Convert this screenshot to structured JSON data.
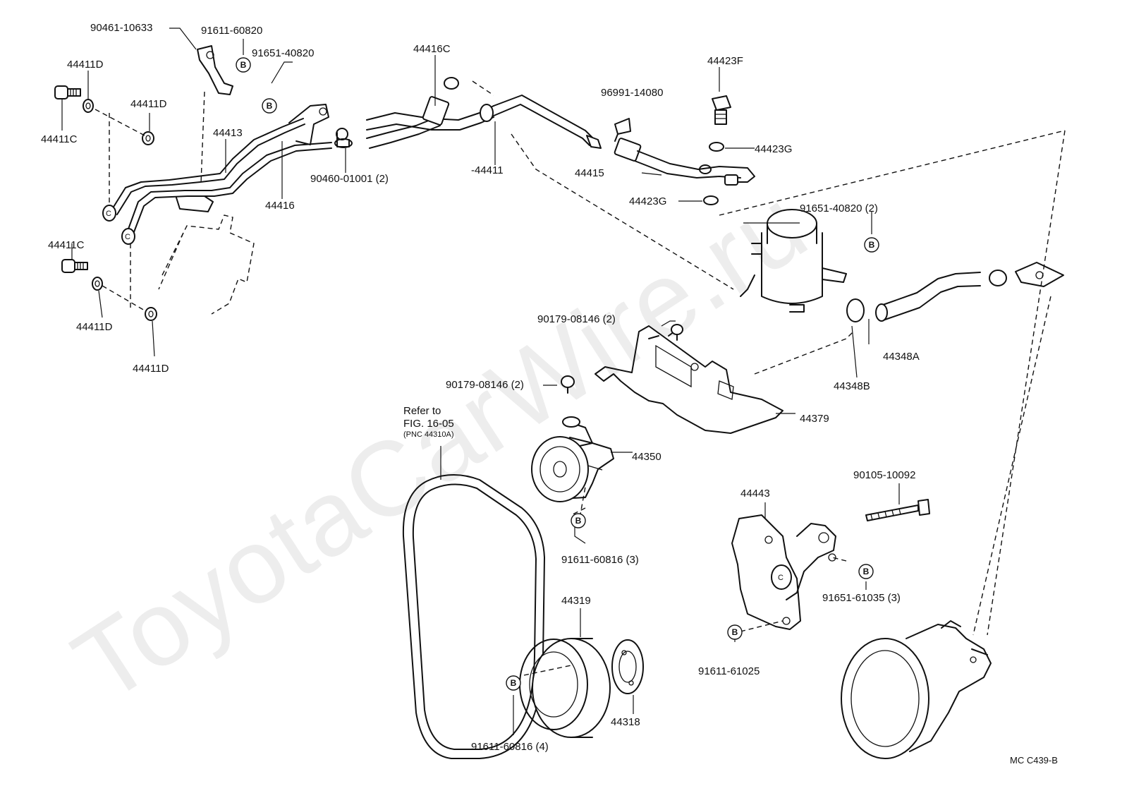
{
  "watermark": "ToyotaCarWire.ru",
  "diagram_code": "MC C439-B",
  "bolt_marker": "B",
  "reference_note": {
    "line1": "Refer to",
    "line2": "FIG. 16-05",
    "line3": "(PNC 44310A)"
  },
  "labels": {
    "p90461_10633": "90461-10633",
    "p91611_60820": "91611-60820",
    "p91651_40820_top": "91651-40820",
    "p44411D_a": "44411D",
    "p44411D_b": "44411D",
    "p44411C_a": "44411C",
    "p44413": "44413",
    "p44416": "44416",
    "p44416C": "44416C",
    "p90460_01001": "90460-01001 (2)",
    "p44411": "-44411",
    "p96991_14080": "96991-14080",
    "p44423F": "44423F",
    "p44423G_a": "44423G",
    "p44415": "44415",
    "p44423G_b": "44423G",
    "p91651_40820_2": "91651-40820 (2)",
    "p44411C_b": "44411C",
    "p44411D_c": "44411D",
    "p44411D_d": "44411D",
    "p90179_08146_a": "90179-08146 (2)",
    "p90179_08146_b": "90179-08146 (2)",
    "p44348A": "44348A",
    "p44348B": "44348B",
    "p44379": "44379",
    "p44350": "44350",
    "p91611_60816_3": "91611-60816 (3)",
    "p90105_10092": "90105-10092",
    "p44443": "44443",
    "p91651_61035": "91651-61035 (3)",
    "p91611_61025": "91611-61025",
    "p44319": "44319",
    "p44318": "44318",
    "p91611_60816_4": "91611-60816 (4)"
  }
}
